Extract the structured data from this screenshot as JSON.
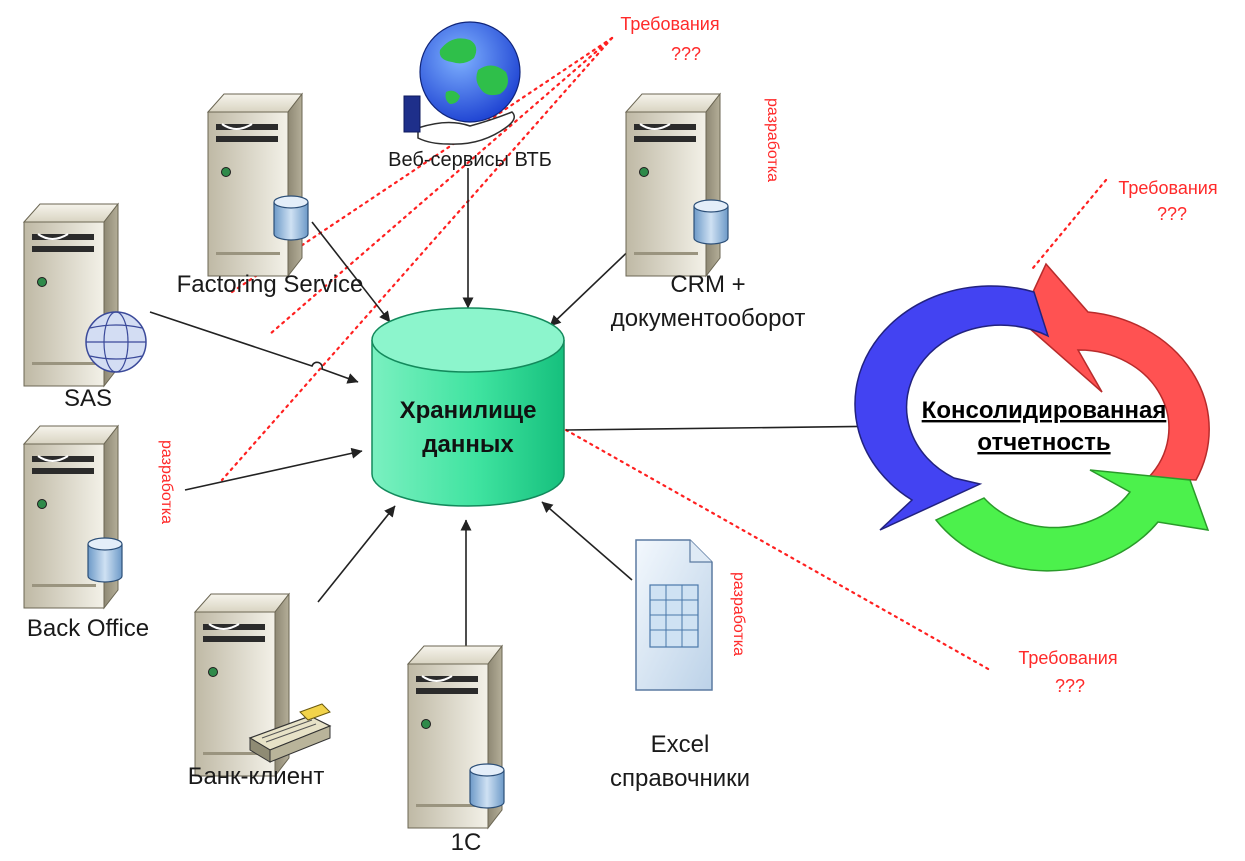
{
  "hub": {
    "line1": "Хранилище",
    "line2": "данных"
  },
  "report": {
    "line1": "Консолидированная",
    "line2": "отчетность"
  },
  "sources": {
    "factoring": "Factoring Service",
    "sas": "SAS",
    "back_office": "Back Office",
    "bank_client": "Банк-клиент",
    "one_c": "1C",
    "excel_line1": "Excel",
    "excel_line2": "справочники",
    "crm_line1": "CRM +",
    "crm_line2": "документооборот",
    "web_services": "Веб-сервисы ВТБ"
  },
  "requirements": {
    "top_line1": "Требования",
    "top_line2": "???",
    "right_line1": "Требования",
    "right_line2": "???",
    "bottom_line1": "Требования",
    "bottom_line2": "???"
  },
  "in_development": {
    "crm": "разработка",
    "back_office": "разработка",
    "excel": "разработка"
  },
  "colors": {
    "hub_fill": "#3fe3a0",
    "cycle_red": "#ff5252",
    "cycle_green": "#4cf14c",
    "cycle_blue": "#4343f2",
    "requirement_text": "#ff2a2a"
  }
}
